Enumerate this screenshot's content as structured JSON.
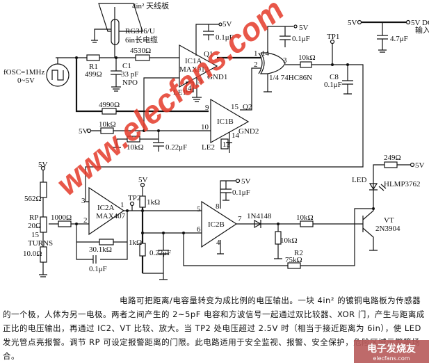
{
  "labels": {
    "antenna": "4in² 天线板",
    "cable1": "RG316/U",
    "cable2": "6in长电缆",
    "fosc": "fOSC=1MHz",
    "fosc_range": "0~5V",
    "r1": "R1",
    "r1_val": "499Ω",
    "c1": "C1",
    "c1_val": "33 pF",
    "c1_type": "NPO",
    "r4530": "4530Ω",
    "r4990": "4990Ω",
    "r10k_a": "10kΩ",
    "r10k_b": "10kΩ",
    "c022a": "0.22μF",
    "v5_a": "5V",
    "ic1a": "IC1A",
    "max912": "MAX912",
    "q1": "Q1",
    "gnd1": "GND1",
    "le1": "LE1",
    "pin4": "4",
    "pin3a": "3",
    "v5_ic1": "5V",
    "c01_ic1": "0.1μF",
    "ic1b": "IC1B",
    "q2": "Q2",
    "gnd2": "GND2",
    "le2": "LE2",
    "pin9": "9",
    "pin10": "10",
    "pin15": "15",
    "pin14b": "14",
    "pin13": "13",
    "xor_pin1": "1",
    "xor_pin2": "2",
    "xor_pin3": "3",
    "xor_pin14": "14",
    "xor": "1/4 74HC86N",
    "v5_xor": "5V",
    "c01_xor": "0.1μF",
    "r10k_xor": "10kΩ",
    "tp1": "TP1",
    "c8": "C8",
    "c8_val": "0.1μF",
    "v5_in": "5V",
    "v5_dc": "5V DC",
    "input": "输入",
    "c47": "4.7μF",
    "v5_rp": "5V",
    "r562": "562Ω",
    "rp": "RP",
    "rp_val": "20Ω",
    "turns1": "15",
    "turns2": "TURNS",
    "r10_0": "10.0Ω",
    "r1000": "1000Ω",
    "ic2a": "IC2A",
    "max407": "MAX407",
    "pin3": "3",
    "pin2": "2",
    "pin1": "1",
    "r30k": "30.1kΩ",
    "c01_fb": "0.1μF",
    "tp2": "TP2",
    "v5_tp2": "5V",
    "r1k_a": "1kΩ",
    "r1k_b": "1kΩ",
    "c022b": "0.22μF",
    "ic2b": "IC2B",
    "pin5": "5",
    "pin6": "6",
    "pin7": "7",
    "pin8": "8",
    "pin4b": "4",
    "v5_ic2": "5V",
    "c01_ic2": "0.1μF",
    "diode": "1N4148",
    "r10k_c": "10kΩ",
    "r10k_d": "10kΩ",
    "r2": "R2",
    "r2_val": "75kΩ",
    "vt": "VT",
    "vt_part": "2N3904",
    "led": "LED",
    "led_part": "HLMP3762",
    "r249": "249Ω",
    "v5_led": "5V"
  },
  "description": "电路可把距离/电容量转变为成比例的电压输出。一块 4in² 的镀铜电路板为传感器的一个极，人体为另一电极。两者之间产生的 2~5pF 电容和方波信号一起通过双比较器、XOR 门，产生与距离成正比的电压输出，再通过 IC2、VT 比较、放大。当 TP2 处电压超过 2.5V 时（相当于接近距离为 6in），使 LED 发光管点亮报警。调节 RP 可设定报警距离的门限。此电路适用于安全监视、报警、安全保护，危险区域示警等场合。",
  "watermark": "www.elecfans.com",
  "logo": {
    "text": "电子发烧友",
    "sub": "elecfans.com"
  }
}
